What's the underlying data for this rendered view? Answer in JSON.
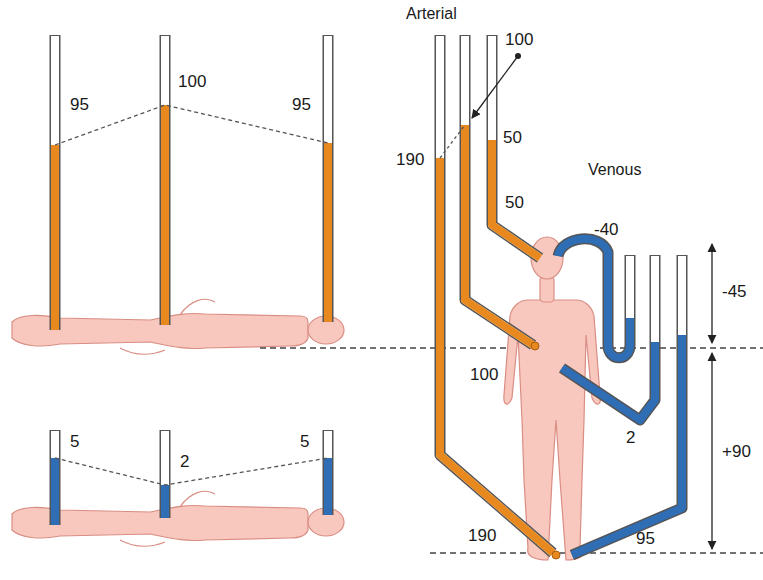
{
  "diagram": {
    "labels": [
      "95",
      "100",
      "95",
      "5",
      "2",
      "5",
      "Arterial",
      "100",
      "190",
      "50",
      "50",
      "Venous",
      "-40",
      "-45",
      "100",
      "2",
      "+90",
      "190",
      "95"
    ]
  }
}
